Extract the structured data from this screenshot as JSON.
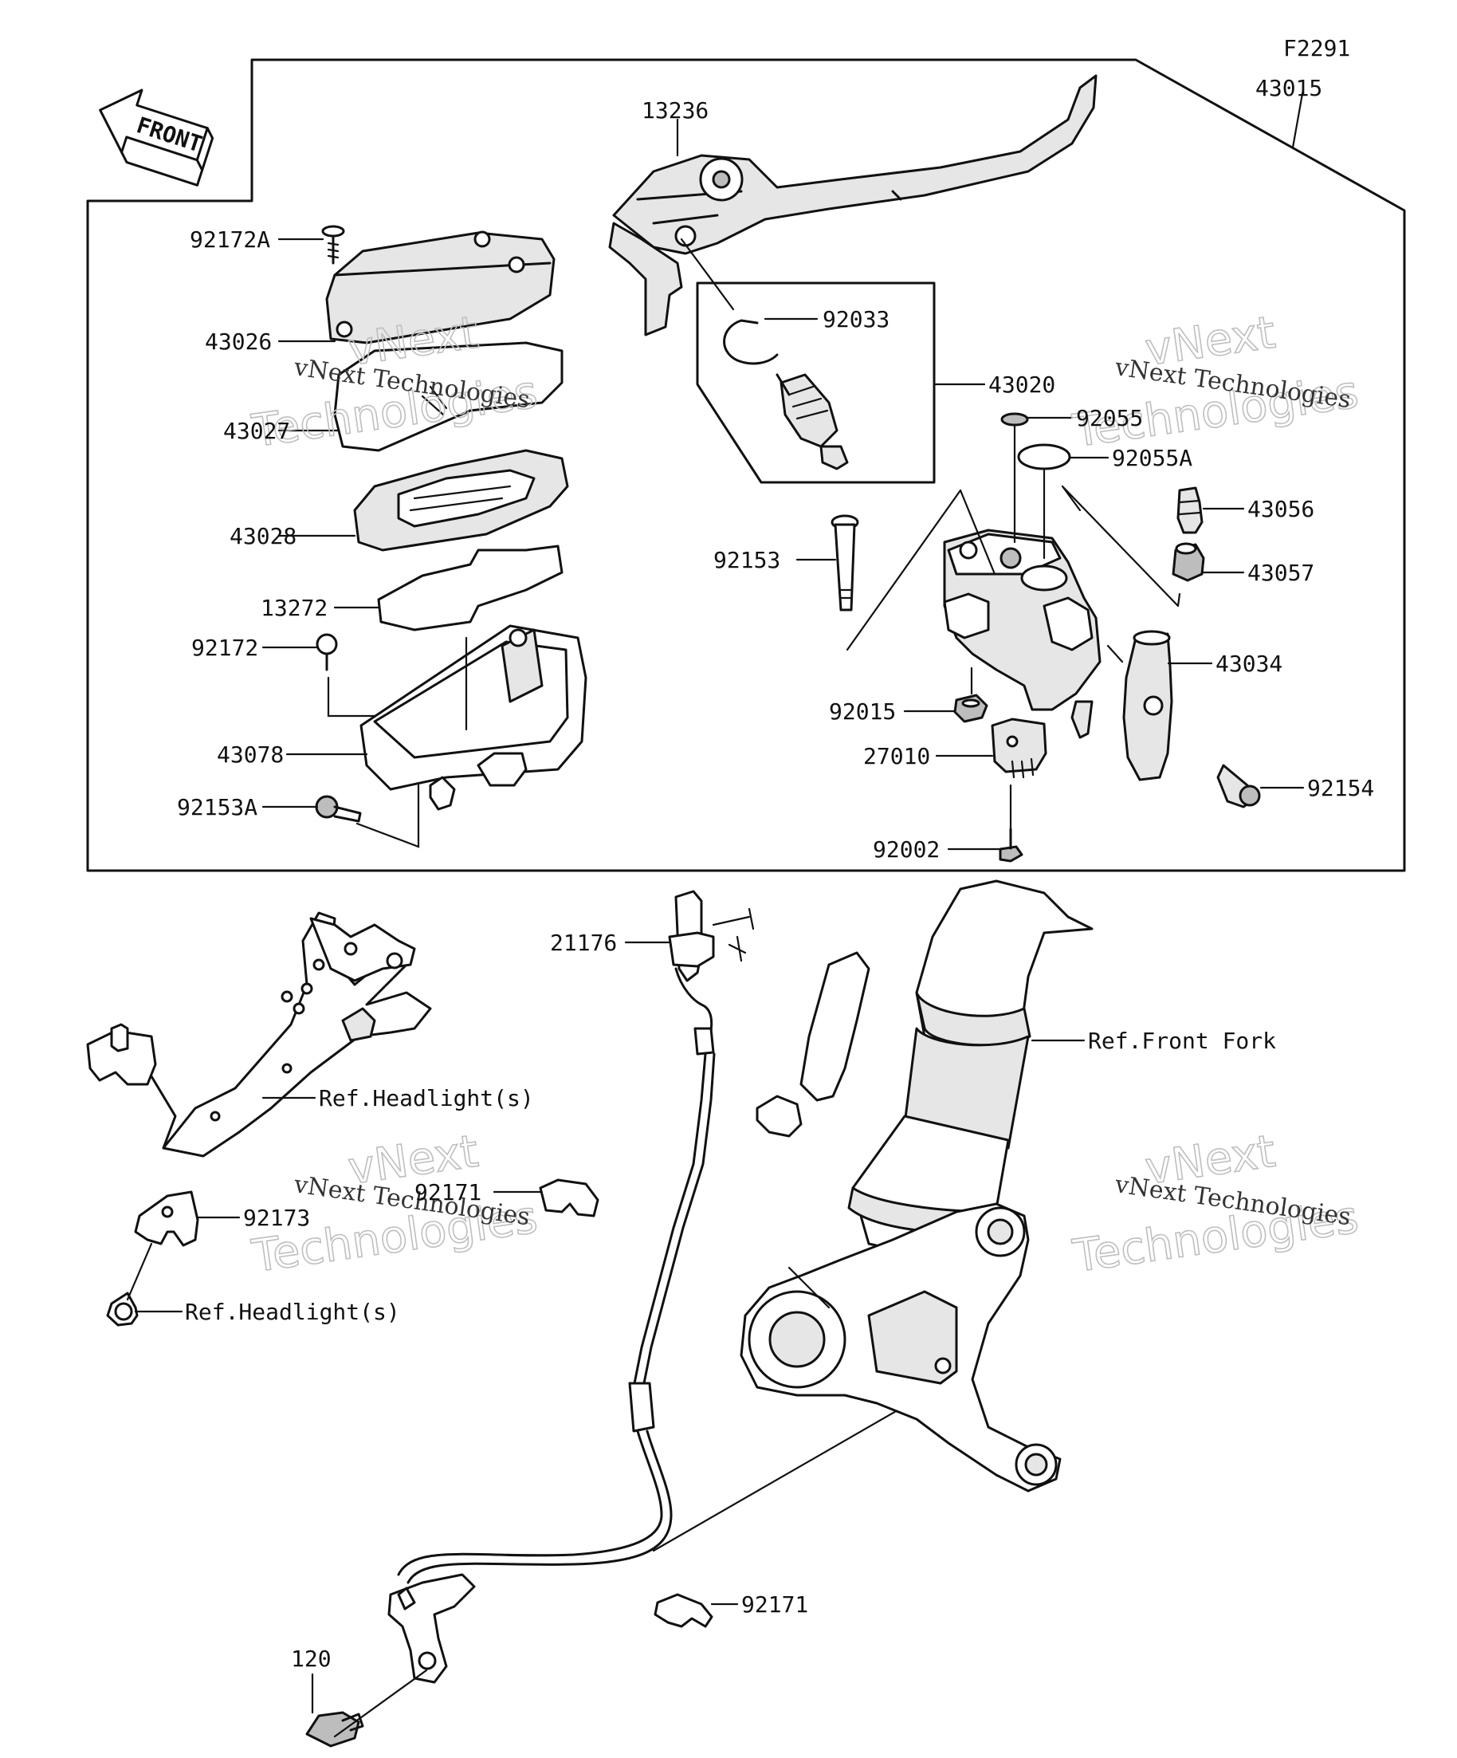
{
  "diagram_code": "F2291",
  "front_label": "FRONT",
  "watermark": {
    "line1": "vNext Technologies",
    "line2": "vNext",
    "line3": "Technologies"
  },
  "parts": [
    {
      "id": "p43015",
      "label": "43015"
    },
    {
      "id": "p13236",
      "label": "13236"
    },
    {
      "id": "p92172A",
      "label": "92172A"
    },
    {
      "id": "p43026",
      "label": "43026"
    },
    {
      "id": "p43027",
      "label": "43027"
    },
    {
      "id": "p43028",
      "label": "43028"
    },
    {
      "id": "p13272",
      "label": "13272"
    },
    {
      "id": "p92172",
      "label": "92172"
    },
    {
      "id": "p43078",
      "label": "43078"
    },
    {
      "id": "p92153A",
      "label": "92153A"
    },
    {
      "id": "p92033",
      "label": "92033"
    },
    {
      "id": "p43020",
      "label": "43020"
    },
    {
      "id": "p92055",
      "label": "92055"
    },
    {
      "id": "p92055A",
      "label": "92055A"
    },
    {
      "id": "p43056",
      "label": "43056"
    },
    {
      "id": "p43057",
      "label": "43057"
    },
    {
      "id": "p92153",
      "label": "92153"
    },
    {
      "id": "p43034",
      "label": "43034"
    },
    {
      "id": "p92015",
      "label": "92015"
    },
    {
      "id": "p27010",
      "label": "27010"
    },
    {
      "id": "p92154",
      "label": "92154"
    },
    {
      "id": "p92002",
      "label": "92002"
    },
    {
      "id": "p21176",
      "label": "21176"
    },
    {
      "id": "pRefFork",
      "label": "Ref.Front Fork"
    },
    {
      "id": "pRefHead1",
      "label": "Ref.Headlight(s)"
    },
    {
      "id": "p92173",
      "label": "92173"
    },
    {
      "id": "pRefHead2",
      "label": "Ref.Headlight(s)"
    },
    {
      "id": "p92171a",
      "label": "92171"
    },
    {
      "id": "p92171b",
      "label": "92171"
    },
    {
      "id": "p120",
      "label": "120"
    }
  ]
}
